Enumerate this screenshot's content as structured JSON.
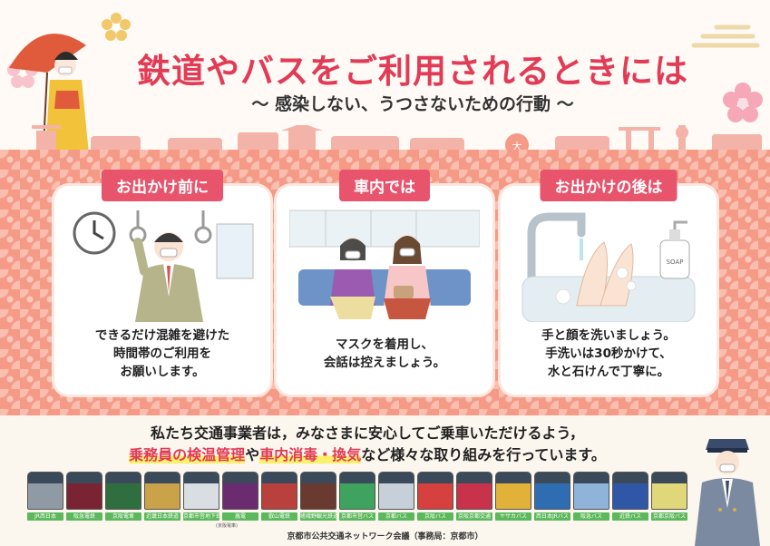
{
  "title": "鉄道やバスをご利用されるときには",
  "subtitle": "～ 感染しない、うつさないための行動 ～",
  "emblem": "大",
  "cards": [
    {
      "tag": "お出かけ前に",
      "lines": [
        "できるだけ混雑を避けた",
        "時間帯のご利用を",
        "お願いします。"
      ]
    },
    {
      "tag": "車内では",
      "lines": [
        "マスクを着用し、",
        "会話は控えましょう。"
      ]
    },
    {
      "tag": "お出かけの後は",
      "lines": [
        "手と顔を洗いましょう。",
        "手洗いは30秒かけて、",
        "水と石けんで丁寧に。"
      ]
    }
  ],
  "soap_label": "SOAP",
  "statement": {
    "line1": "私たち交通事業者は，みなさまに安心してご乗車いただけるよう，",
    "line2_highlight1": "乗務員の検温管理",
    "line2_mid": "や",
    "line2_highlight2": "車内消毒・換気",
    "line2_rest": "など様々な取り組みを行っています。"
  },
  "operators": [
    {
      "label": "JR西日本",
      "color": "#8f9aa5"
    },
    {
      "label": "阪急電鉄",
      "color": "#7a2433"
    },
    {
      "label": "京阪電車",
      "color": "#2e6e3f"
    },
    {
      "label": "近畿日本鉄道",
      "color": "#c9a24a"
    },
    {
      "label": "京都市営地下鉄",
      "color": "#d9dee3"
    },
    {
      "label": "嵐電",
      "color": "#6b2c6f"
    },
    {
      "label": "叡山電鉄",
      "color": "#b8403d"
    },
    {
      "label": "嵯峨野観光鉄道",
      "color": "#6a3a30"
    },
    {
      "label": "京都市営バス",
      "color": "#3fa35f"
    },
    {
      "label": "京都バス",
      "color": "#c7d0d8"
    },
    {
      "label": "京阪バス",
      "color": "#d6403f"
    },
    {
      "label": "京阪京都交通",
      "color": "#c8324a"
    },
    {
      "label": "ヤサカバス",
      "color": "#e2b13a"
    },
    {
      "label": "西日本JRバス",
      "color": "#2f6db2"
    },
    {
      "label": "阪急バス",
      "color": "#8fb3d9"
    },
    {
      "label": "近鉄バス",
      "color": "#3057a6"
    },
    {
      "label": "京都京阪バス",
      "color": "#e0d77a"
    }
  ],
  "operator_note": "(京阪電車)",
  "footer": "京都市公共交通ネットワーク会議（事務局：京都市）",
  "colors": {
    "accent": "#e23b55",
    "tag": "#e8546c",
    "pattern": "#f59a86",
    "highlight": "#fff06a"
  }
}
